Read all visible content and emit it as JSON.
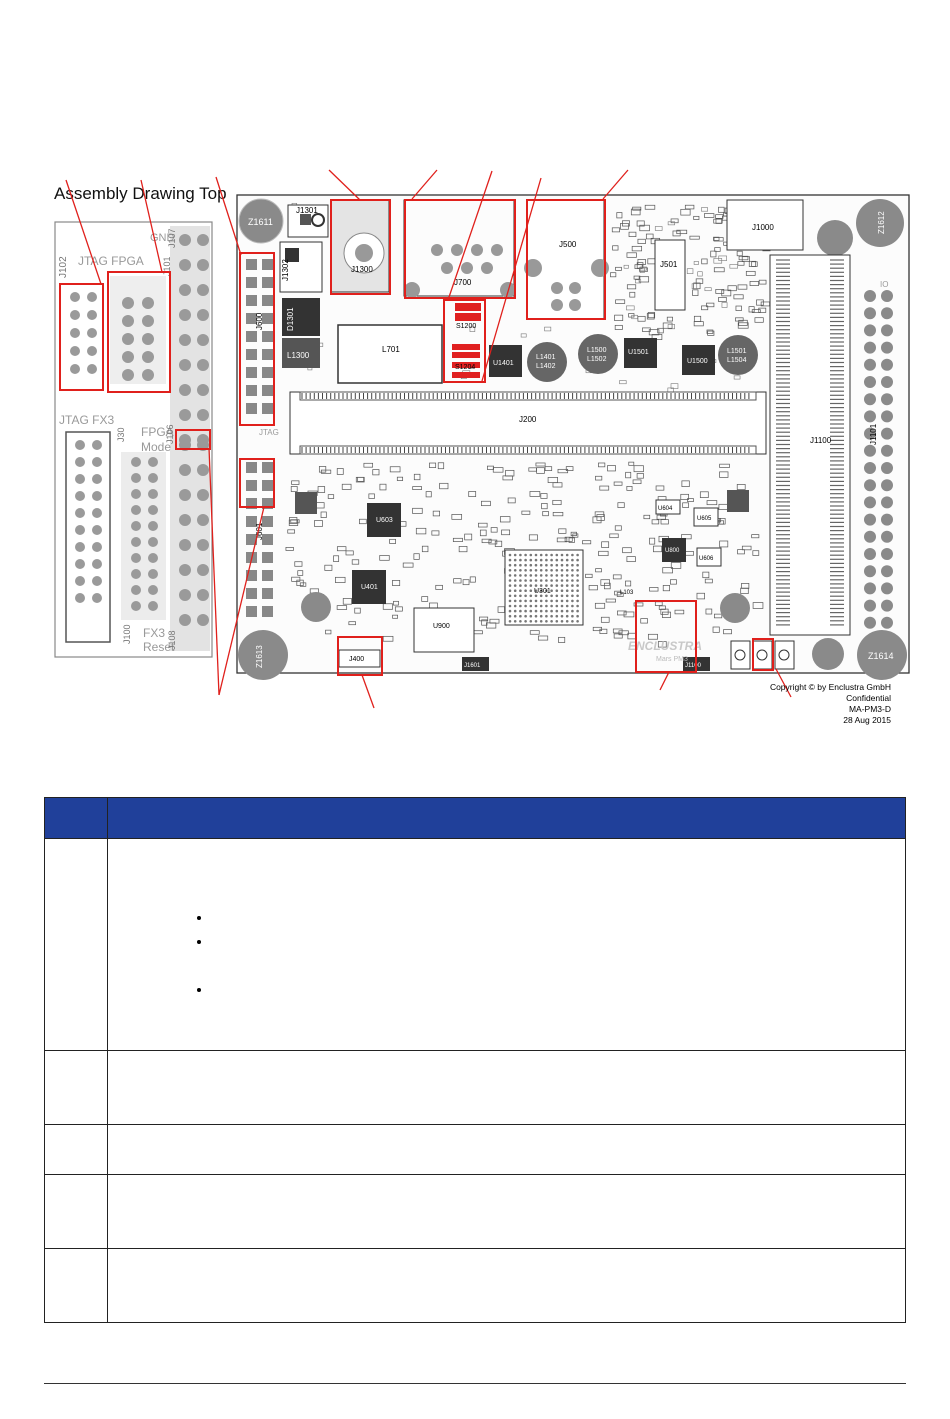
{
  "drawing": {
    "title": "Assembly Drawing Top",
    "copyright": "Copyright © by Enclustra GmbH",
    "classification": "Confidential",
    "doc_id": "MA-PM3-D",
    "date": "28 Aug 2015",
    "left_panel_labels": {
      "jtag_fpga": "JTAG FPGA",
      "jtag_fx3": "JTAG FX3",
      "fpga_mode": "FPGA Mode",
      "fx3_reset": "FX3 Reset",
      "gnd": "GND",
      "j102": "J102",
      "j101": "J101",
      "j100": "J100",
      "j107": "J107",
      "j106": "J106",
      "j108": "J108",
      "j30": "J30"
    },
    "board_labels": {
      "z1611": "Z1611",
      "z1612": "Z1612",
      "z1613": "Z1613",
      "z1614": "Z1614",
      "j1301": "J1301",
      "j1302": "J1302",
      "j1300": "J1300",
      "d1301": "D1301",
      "l1300": "L1300",
      "j700": "J700",
      "j500": "J500",
      "j501": "J501",
      "j1000": "J1000",
      "j600": "J600",
      "j601": "J601",
      "l701": "L701",
      "j200": "J200",
      "s1200": "S1200",
      "s1204": "S1204",
      "u1401": "U1401",
      "l1401": "L1401",
      "l1402": "L1402",
      "l1500": "L1500",
      "l1502": "L1502",
      "u1501": "U1501",
      "u1500": "U1500",
      "l1501": "L1501",
      "l1504": "L1504",
      "u603": "U603",
      "u401": "U401",
      "u301": "U301",
      "u900": "U900",
      "u800": "U800",
      "u605": "U605",
      "u606": "U606",
      "u604": "U604",
      "j400": "J400",
      "j1601": "J1601",
      "j1100": "J1100",
      "j1101": "J1101",
      "j1103": "J1100",
      "l103": "L103",
      "brand": "ENCLUSTRA",
      "product": "Mars PM3",
      "jtag": "JTAG",
      "io": "IO"
    }
  },
  "table": {
    "header": [
      "",
      ""
    ],
    "rows": [
      {
        "label": "",
        "bullet_count": 3
      },
      {
        "label": ""
      },
      {
        "label": ""
      },
      {
        "label": ""
      },
      {
        "label": ""
      }
    ]
  },
  "colors": {
    "header_fill": "#20409a",
    "highlight": "#e0201c",
    "pad_gray": "#999999",
    "board_line": "#333333"
  }
}
